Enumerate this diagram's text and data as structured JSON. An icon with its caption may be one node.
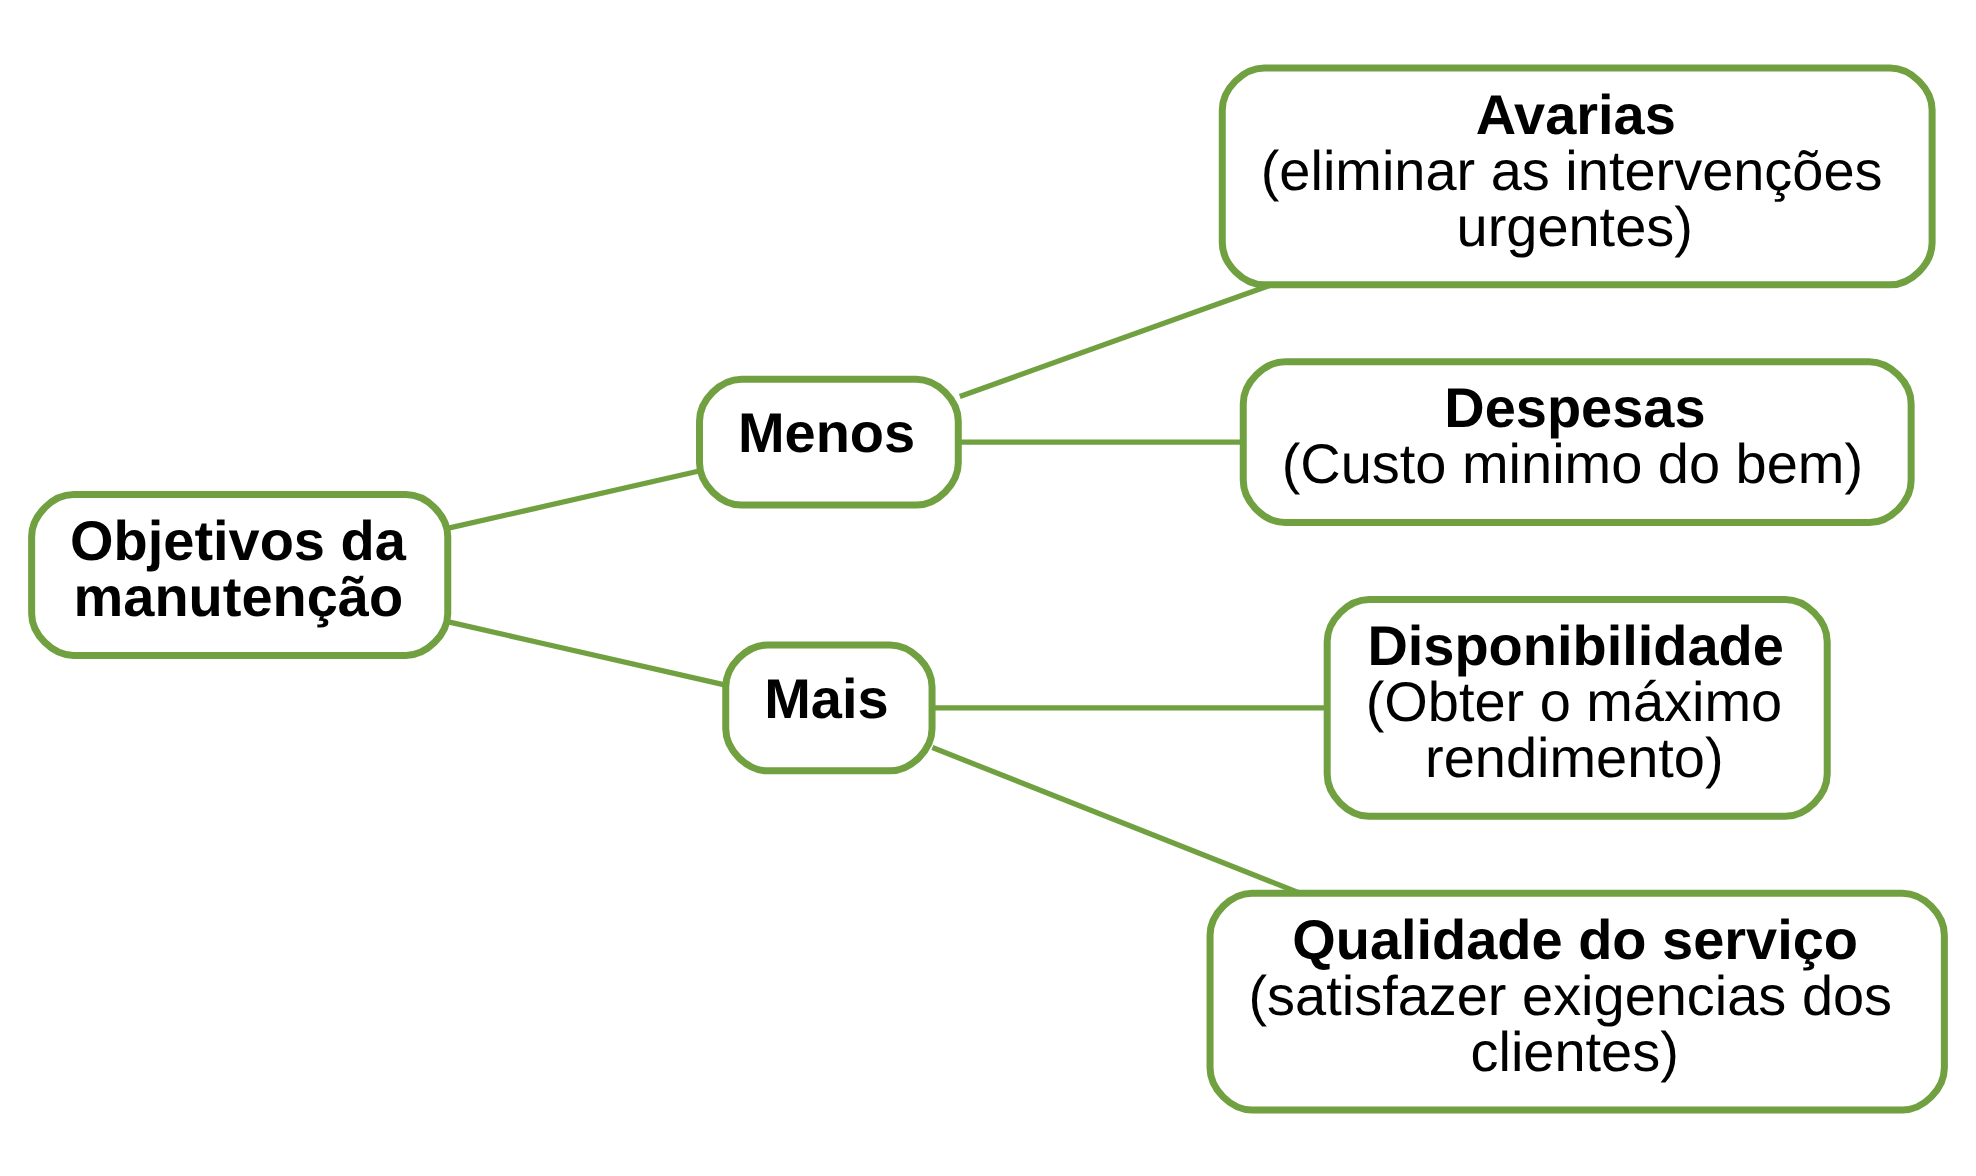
{
  "diagram": {
    "nodes": [
      {
        "text": [
          "Objetivos da manutenção"
        ]
      },
      {
        "text": [
          "Menos"
        ]
      },
      {
        "text": [
          "Mais"
        ]
      },
      {
        "text": [
          "Avarias",
          "(eliminar as intervenções urgentes)"
        ]
      },
      {
        "text": [
          "Despesas",
          "(Custo minimo do bem)"
        ]
      },
      {
        "text": [
          "Disponibilidade",
          "(Obter o máximo rendimento)"
        ]
      },
      {
        "text": [
          "Qualidade do serviço",
          "(satisfazer exigencias dos clientes)"
        ]
      }
    ],
    "edges": [
      {
        "from": 0,
        "to": 1,
        "arrow": "none"
      },
      {
        "from": 0,
        "to": 2,
        "arrow": "none"
      },
      {
        "from": 1,
        "to": 3,
        "arrow": "none"
      },
      {
        "from": 1,
        "to": 4,
        "arrow": "none"
      },
      {
        "from": 2,
        "to": 5,
        "arrow": "none"
      },
      {
        "from": 2,
        "to": 6,
        "arrow": "none"
      }
    ]
  }
}
